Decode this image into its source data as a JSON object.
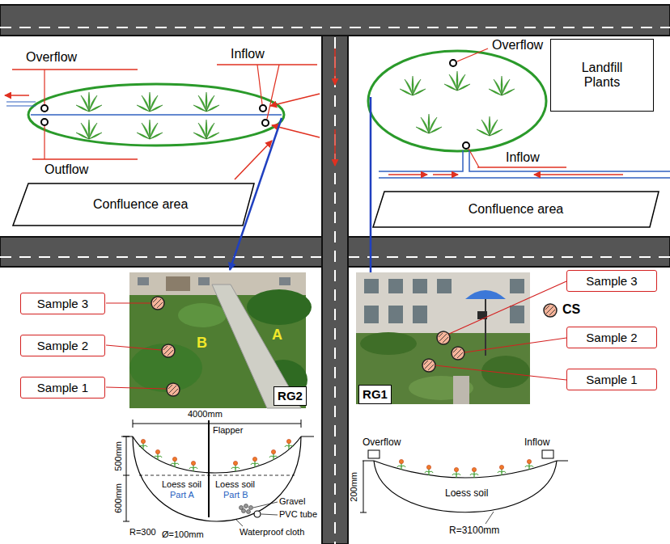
{
  "diagram": {
    "nodes": [
      {
        "text": [
          "Confluence area"
        ]
      },
      {
        "text": [
          "Landfill Plants"
        ]
      },
      {
        "text": [
          "Confluence area"
        ]
      },
      {
        "text": [
          "Sample 3"
        ]
      },
      {
        "text": [
          "Sample 2"
        ]
      },
      {
        "text": [
          "Sample 1"
        ]
      },
      {
        "text": [
          "RG2"
        ]
      },
      {
        "text": [
          "RG1"
        ]
      },
      {
        "text": [
          "Sample 3"
        ]
      },
      {
        "text": [
          "Sample 2"
        ]
      },
      {
        "text": [
          "Sample 1"
        ]
      }
    ],
    "labels": [
      "Overflow",
      "Inflow",
      "Outflow",
      "Overflow",
      "Inflow",
      "A",
      "B",
      "CS",
      "4000mm",
      "Flapper",
      "500mm",
      "600mm",
      "Loess soil",
      "Part A",
      "Loess soil",
      "Part B",
      "Gravel",
      "PVC tube",
      "Waterproof cloth",
      "R=300",
      "Ø=100mm",
      "Overflow",
      "Inflow",
      "200mm",
      "Loess soil",
      "R=3100mm"
    ]
  }
}
